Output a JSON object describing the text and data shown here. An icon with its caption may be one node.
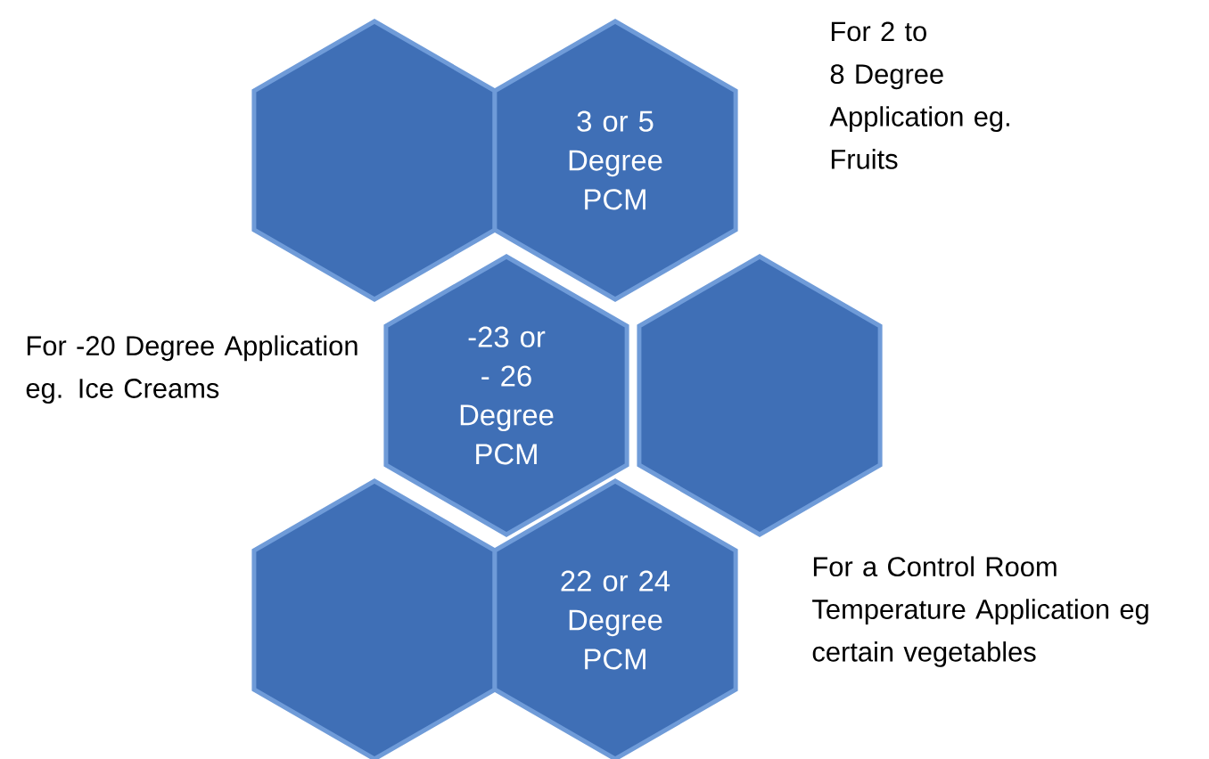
{
  "diagram": {
    "nodes": [
      {
        "text": [],
        "shape": "hexagon"
      },
      {
        "text": [
          "3 or 5 Degree PCM"
        ]
      },
      {
        "text": [
          "-23 or - 26 Degree PCM"
        ]
      },
      {
        "text": [],
        "shape": "hexagon"
      },
      {
        "text": [],
        "shape": "hexagon"
      },
      {
        "text": [
          "22 or 24 Degree PCM"
        ]
      }
    ],
    "labels": [
      "For 2 to 8 Degree Application eg. Fruits",
      "For -20 Degree Application eg. Ice Creams",
      "For a Control Room Temperature Application eg certain vegetables"
    ]
  }
}
